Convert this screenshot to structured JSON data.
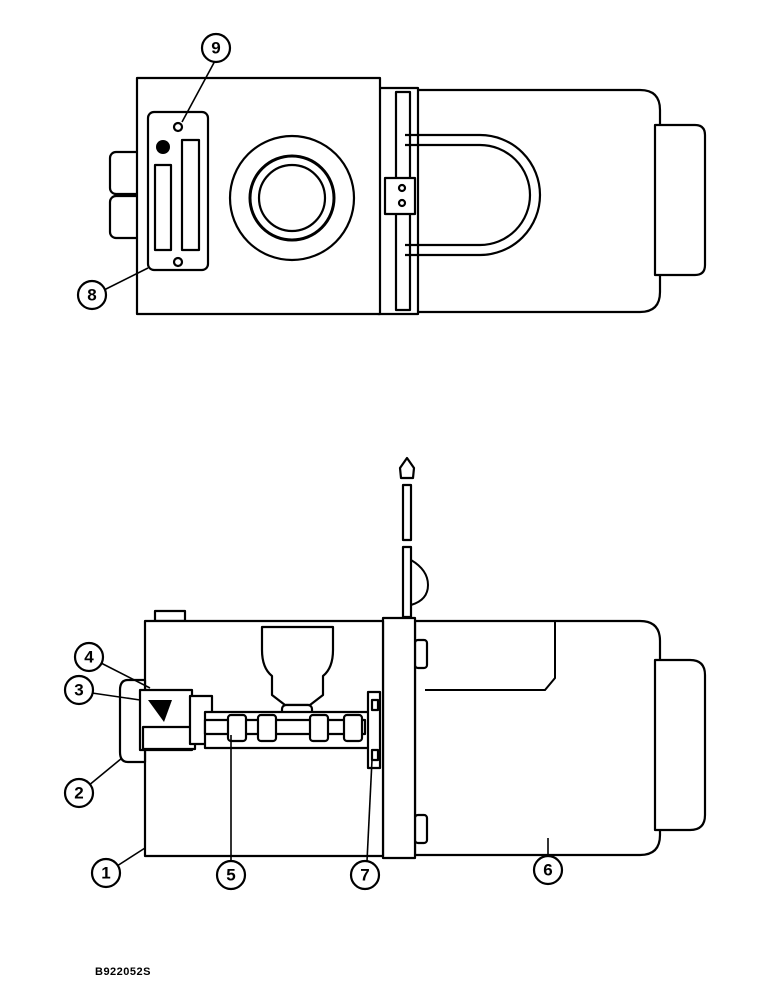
{
  "figure_code": "B922052S",
  "callouts": [
    {
      "id": "c1",
      "label": "1"
    },
    {
      "id": "c2",
      "label": "2"
    },
    {
      "id": "c3",
      "label": "3"
    },
    {
      "id": "c4",
      "label": "4"
    },
    {
      "id": "c5",
      "label": "5"
    },
    {
      "id": "c6",
      "label": "6"
    },
    {
      "id": "c7",
      "label": "7"
    },
    {
      "id": "c8",
      "label": "8"
    },
    {
      "id": "c9",
      "label": "9"
    }
  ]
}
